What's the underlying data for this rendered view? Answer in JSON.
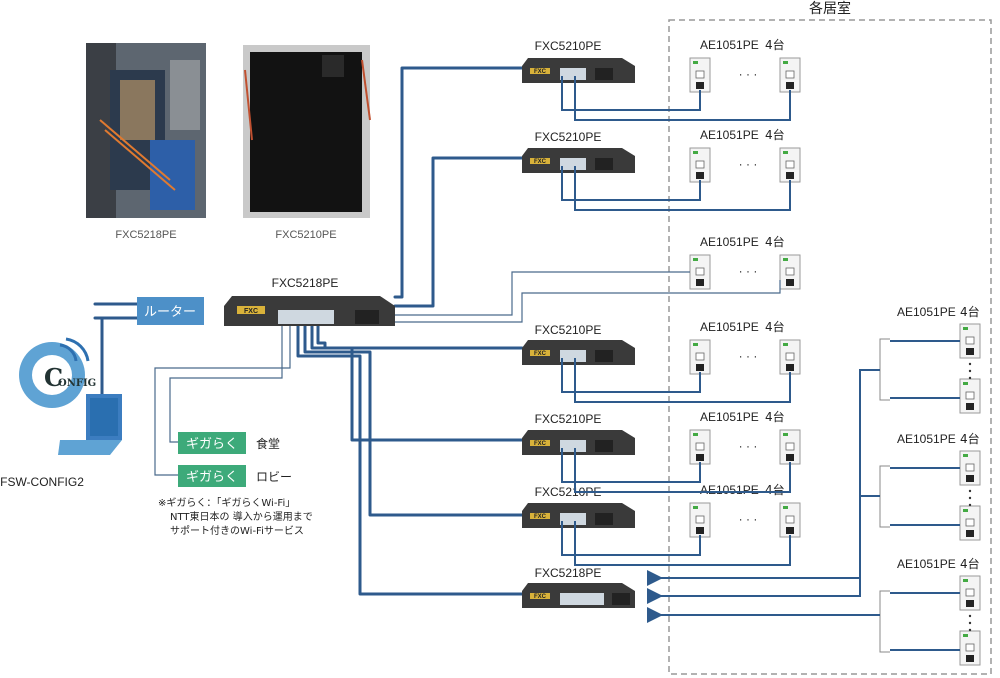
{
  "colors": {
    "cable": "#2e5a8c",
    "router_fill": "#4d90c8",
    "green_box": "#3daa7a",
    "switch_body": "#3a3a3a",
    "dashed_border": "#999999"
  },
  "photos": [
    {
      "caption": "FXC5218PE"
    },
    {
      "caption": "FXC5210PE"
    }
  ],
  "rooms_label": "各居室",
  "router_label": "ルーター",
  "core_switch_label": "FXC5218PE",
  "pc_label": "FSW-CONFIG2",
  "config_logo": {
    "big": "C",
    "rest": "ONFIG"
  },
  "gigaraku": [
    {
      "box": "ギガらく",
      "place": "食堂"
    },
    {
      "box": "ギガらく",
      "place": "ロビー"
    }
  ],
  "note_lines": [
    "※ギガらく：「ギガらくWi-Fi」",
    "NTT東日本の 導入から運用まで",
    "サポート付きのWi-Fiサービス"
  ],
  "edge_switches": [
    {
      "label": "FXC5210PE"
    },
    {
      "label": "FXC5210PE"
    },
    {
      "label": "FXC5210PE"
    },
    {
      "label": "FXC5210PE"
    },
    {
      "label": "FXC5210PE"
    },
    {
      "label": "FXC5218PE"
    }
  ],
  "ap_rows": [
    {
      "model": "AE1051PE",
      "count": "4台"
    },
    {
      "model": "AE1051PE",
      "count": "4台"
    },
    {
      "model": "AE1051PE",
      "count": "4台"
    },
    {
      "model": "AE1051PE",
      "count": "4台"
    },
    {
      "model": "AE1051PE",
      "count": "4台"
    },
    {
      "model": "AE1051PE",
      "count": "4台"
    }
  ],
  "ap_columns": [
    {
      "model": "AE1051PE",
      "count": "4台"
    },
    {
      "model": "AE1051PE",
      "count": "4台"
    },
    {
      "model": "AE1051PE",
      "count": "4台"
    }
  ],
  "switch_brand": "FXC",
  "ellipsis": "· · ·"
}
